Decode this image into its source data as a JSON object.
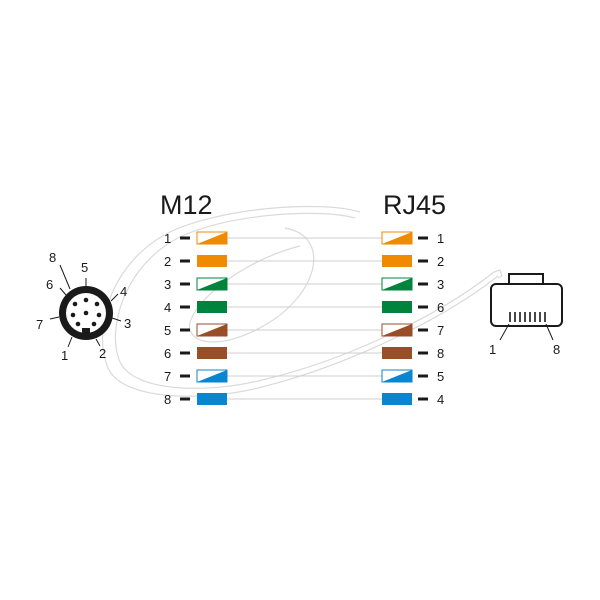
{
  "left_header": "M12",
  "right_header": "RJ45",
  "colors": {
    "orange": "#f08a00",
    "green": "#00843d",
    "brown": "#9a4e28",
    "blue": "#0a86d0",
    "ink": "#1a1a1a",
    "cable_sketch": "#dadada",
    "wire_line": "#cfcfcf"
  },
  "wires": [
    {
      "m12_pin": "1",
      "rj45_pin": "1",
      "color": "orange",
      "striped": true
    },
    {
      "m12_pin": "2",
      "rj45_pin": "2",
      "color": "orange",
      "striped": false
    },
    {
      "m12_pin": "3",
      "rj45_pin": "3",
      "color": "green",
      "striped": true
    },
    {
      "m12_pin": "4",
      "rj45_pin": "6",
      "color": "green",
      "striped": false
    },
    {
      "m12_pin": "5",
      "rj45_pin": "7",
      "color": "brown",
      "striped": true
    },
    {
      "m12_pin": "6",
      "rj45_pin": "8",
      "color": "brown",
      "striped": false
    },
    {
      "m12_pin": "7",
      "rj45_pin": "5",
      "color": "blue",
      "striped": true
    },
    {
      "m12_pin": "8",
      "rj45_pin": "4",
      "color": "blue",
      "striped": false
    }
  ],
  "m12_face": {
    "pin_labels": [
      "1",
      "2",
      "3",
      "4",
      "5",
      "6",
      "7",
      "8"
    ]
  },
  "rj45_plug": {
    "pin_labels": [
      "1",
      "8"
    ]
  },
  "icons": {
    "m12": "m12-connector-face-icon",
    "rj45": "rj45-plug-icon"
  }
}
